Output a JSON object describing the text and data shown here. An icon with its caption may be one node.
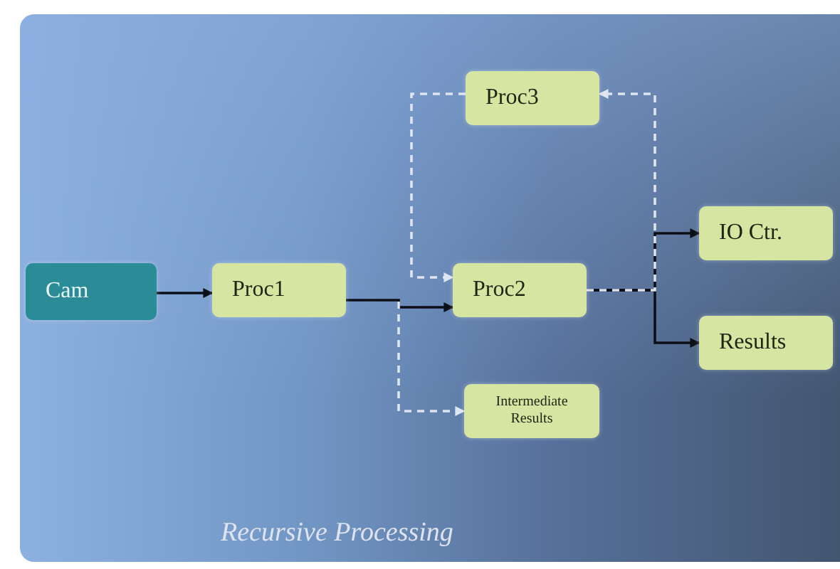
{
  "diagram": {
    "caption": "Recursive Processing",
    "nodes": [
      {
        "text": [
          "Cam"
        ]
      },
      {
        "text": [
          "Proc1"
        ]
      },
      {
        "text": [
          "Proc3"
        ]
      },
      {
        "text": [
          "Proc2"
        ]
      },
      {
        "text": [
          "IO Ctr."
        ]
      },
      {
        "text": [
          "Results"
        ]
      },
      {
        "text": [
          "Intermediate Results"
        ]
      }
    ],
    "edges": [
      {
        "from": 0,
        "to": 1,
        "arrow": "to"
      },
      {
        "from": 1,
        "to": 3,
        "arrow": "to"
      },
      {
        "from": 1,
        "to": 6,
        "arrow": "to",
        "style": "dashed",
        "color": "#dde4f2"
      },
      {
        "from": 3,
        "to": 4,
        "arrow": "to"
      },
      {
        "from": 3,
        "to": 5,
        "arrow": "to"
      },
      {
        "from": 3,
        "to": 2,
        "arrow": "to",
        "style": "dashed",
        "color": "#dde4f2"
      },
      {
        "from": 2,
        "to": 3,
        "arrow": "to",
        "style": "dashed",
        "color": "#dde4f2"
      }
    ]
  }
}
